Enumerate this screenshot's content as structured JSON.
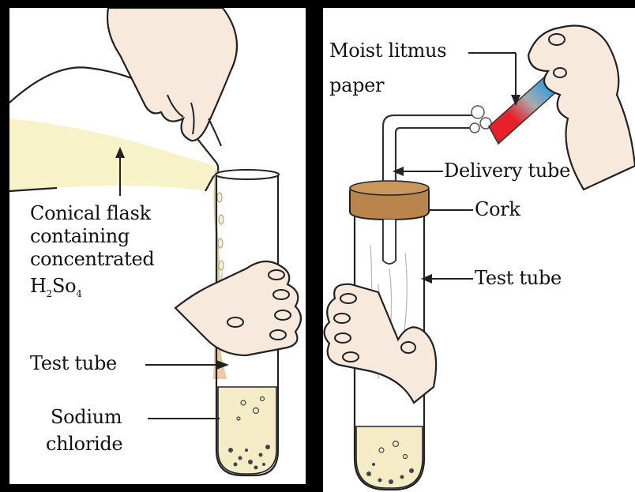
{
  "left_panel": {
    "flask_label_lines": [
      "Conical flask",
      "containing",
      "concentrated"
    ],
    "acid": {
      "h": "H",
      "sub2": "2",
      "so": "So",
      "sub4": "4"
    },
    "test_tube_label": "Test tube",
    "sodium_chloride_lines": [
      "Sodium",
      "chloride"
    ]
  },
  "right_panel": {
    "litmus_label_lines": [
      "Moist litmus",
      "paper"
    ],
    "delivery_tube_label": "Delivery tube",
    "cork_label": "Cork",
    "test_tube_label": "Test tube"
  },
  "colors": {
    "acid_liquid": "#f8f2c8",
    "skin": "#f7e9dc",
    "skin_shade": "#f1c9a8",
    "cork": "#b9854c",
    "litmus_blue": "#3a9ee0",
    "litmus_red": "#e8202a",
    "salt": "#f3ecc6"
  }
}
